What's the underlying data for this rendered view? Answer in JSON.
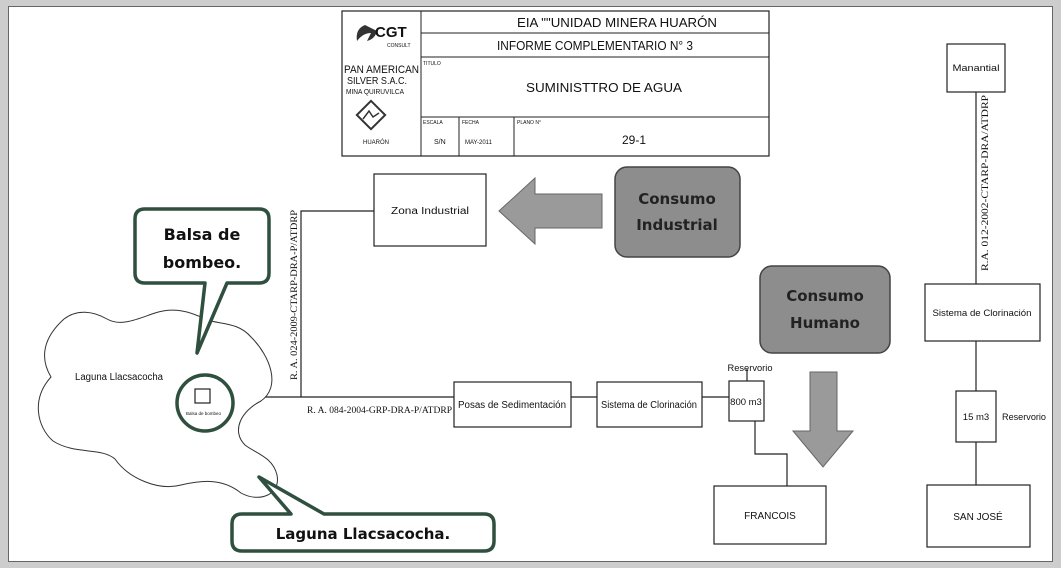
{
  "title_block": {
    "company_logo": "CGT",
    "company_sub": "CONSULT",
    "client_line1": "PAN AMERICAN",
    "client_line2": "SILVER S.A.C.",
    "client_line3": "MINA QUIRUVILCA",
    "huaron_label": "HUARÓN",
    "project": "EIA \"\"UNIDAD MINERA HUARÓN",
    "report": "INFORME COMPLEMENTARIO N° 3",
    "titulo_label": "TITULO",
    "title": "SUMINISTTRO DE AGUA",
    "escala_label": "ESCALA",
    "escala_value": "S/N",
    "fecha_label": "FECHA",
    "fecha_value": "MAY-2011",
    "plano_label": "PLANO N°",
    "plano_value": "29-1"
  },
  "nodes": {
    "zona_industrial": "Zona Industrial",
    "posas": "Posas de Sedimentación",
    "cloracion_1": "Sistema de Clorinación",
    "reservorio_1_label": "Reservorio",
    "reservorio_1_value": "800 m3",
    "francois": "FRANCOIS",
    "manantial": "Manantial",
    "cloracion_2": "Sistema de Clorinación",
    "reservorio_2_label": "Reservorio",
    "reservorio_2_value": "15 m3",
    "san_jose": "SAN JOSÉ",
    "laguna": "Laguna Llacsacocha",
    "balsa_small": "Balsa de bombeo"
  },
  "consumo": {
    "industrial_line1": "Consumo",
    "industrial_line2": "Industrial",
    "humano_line1": "Consumo",
    "humano_line2": "Humano"
  },
  "callouts": {
    "balsa_line1": "Balsa de",
    "balsa_line2": "bombeo.",
    "laguna": "Laguna Llacsacocha."
  },
  "resolutions": {
    "vertical_left": "R. A. 024-2009-CTARP-DRA-P/ATDRP",
    "horizontal": "R. A. 084-2004-GRP-DRA-P/ATDRP",
    "vertical_right": "R.A. 012-2002-CTARP-DRA/ATDRP"
  },
  "colors": {
    "consumo_fill": "#8d8d8d",
    "arrow_fill": "#9a9a9a",
    "callout_border": "#2f4f3f",
    "lake_circle": "#2f4f3f"
  }
}
